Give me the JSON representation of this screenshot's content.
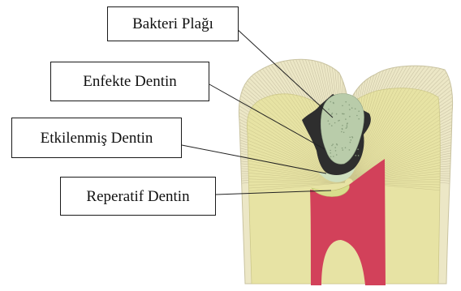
{
  "labels": {
    "bacterial_plaque": "Bakteri Plağı",
    "infected_dentin": "Enfekte Dentin",
    "affected_dentin": "Etkilenmiş Dentin",
    "reparative_dentin": "Reperatif Dentin"
  },
  "colors": {
    "enamel": "#ece7c6",
    "dentin": "#e7e3a4",
    "plaque": "#b9ccaa",
    "infected_dentin": "#2e2e2e",
    "affected_dentin": "#cfe0bf",
    "reparative_dentin": "#d8dd8c",
    "pulp": "#d2415a",
    "leader_line": "#222222"
  }
}
